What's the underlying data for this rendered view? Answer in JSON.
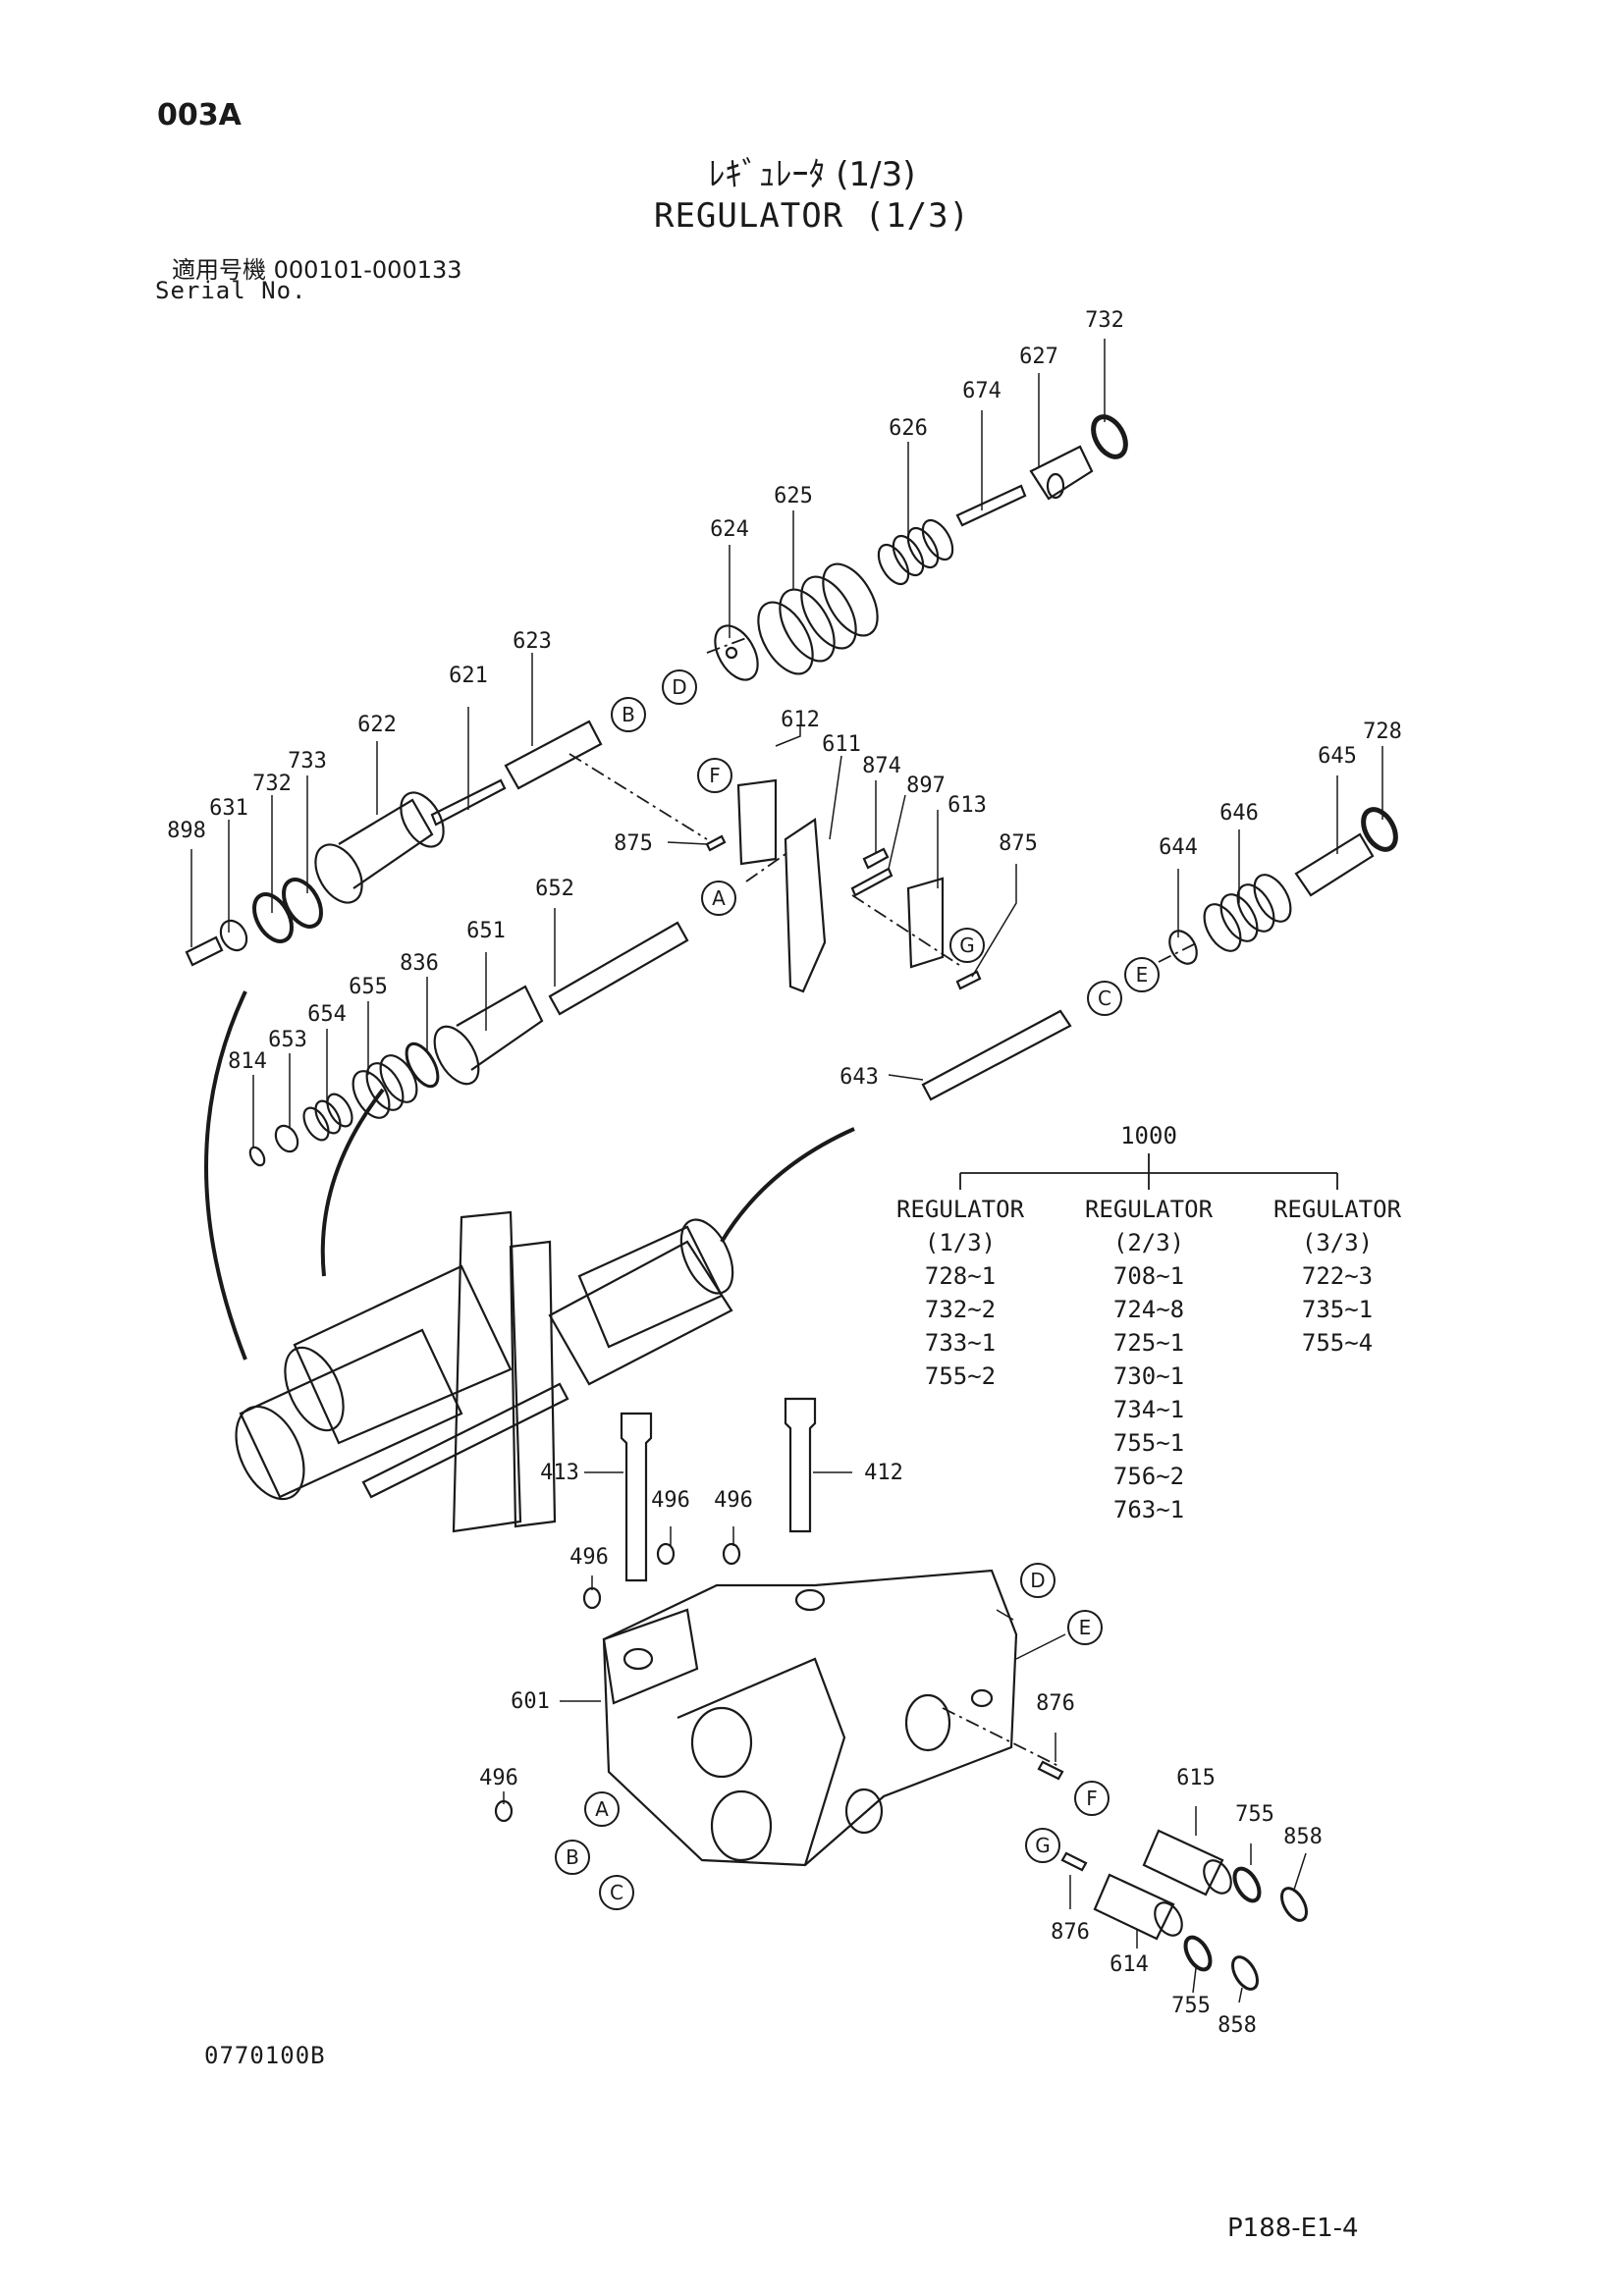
{
  "header": {
    "page_code": "003A",
    "title_jp": "ﾚｷﾞｭﾚｰﾀ (1/3)",
    "title_en": "REGULATOR (1/3)",
    "serial_jp": "適用号機  000101-000133",
    "serial_en": "Serial No."
  },
  "footer": {
    "drawing_no": "0770100B",
    "page_ref": "P188-E1-4"
  },
  "part_labels": [
    "732",
    "627",
    "674",
    "626",
    "625",
    "624",
    "623",
    "621",
    "622",
    "733",
    "732",
    "631",
    "898",
    "612",
    "611",
    "874",
    "897",
    "613",
    "875",
    "875",
    "728",
    "645",
    "646",
    "644",
    "652",
    "651",
    "836",
    "655",
    "654",
    "653",
    "814",
    "643",
    "413",
    "412",
    "496",
    "496",
    "496",
    "601",
    "496",
    "876",
    "615",
    "755",
    "858",
    "614",
    "876",
    "755",
    "858"
  ],
  "ref_letters": [
    "A",
    "B",
    "C",
    "D",
    "E",
    "F",
    "G"
  ],
  "kit_table": {
    "kit_no": "1000",
    "columns": [
      {
        "name": "REGULATOR",
        "sub": "(1/3)",
        "items": [
          "728~1",
          "732~2",
          "733~1",
          "755~2"
        ]
      },
      {
        "name": "REGULATOR",
        "sub": "(2/3)",
        "items": [
          "708~1",
          "724~8",
          "725~1",
          "730~1",
          "734~1",
          "755~1",
          "756~2",
          "763~1"
        ]
      },
      {
        "name": "REGULATOR",
        "sub": "(3/3)",
        "items": [
          "722~3",
          "735~1",
          "755~4"
        ]
      }
    ]
  }
}
